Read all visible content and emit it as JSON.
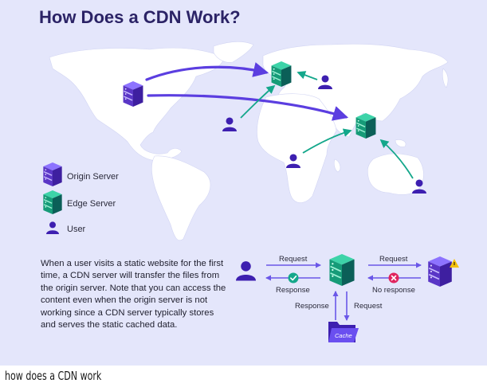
{
  "title": "How Does a CDN Work?",
  "legend": {
    "origin_server": "Origin Server",
    "edge_server": "Edge Server",
    "user": "User"
  },
  "description": "When a user visits a static website for the first time, a CDN server will transfer the files from the origin server. Note that you can access the content even when the origin server is not working since a CDN server typically stores and serves the static cached data.",
  "flow": {
    "request_left": "Request",
    "response_left": "Response",
    "request_right": "Request",
    "no_response": "No response",
    "response_bottom": "Response",
    "request_bottom": "Request",
    "cache": "Cache"
  },
  "caption": "how does a CDN work",
  "colors": {
    "background": "#e4e6fb",
    "purple": "#4b2bb5",
    "teal": "#14a78b",
    "dark_navy": "#2b2366",
    "error_red": "#e0245e",
    "warning_yellow": "#f5c20b"
  },
  "icons": [
    "origin-server-icon",
    "edge-server-icon",
    "user-icon",
    "check-icon",
    "x-icon",
    "warning-icon",
    "cache-folder-icon"
  ]
}
